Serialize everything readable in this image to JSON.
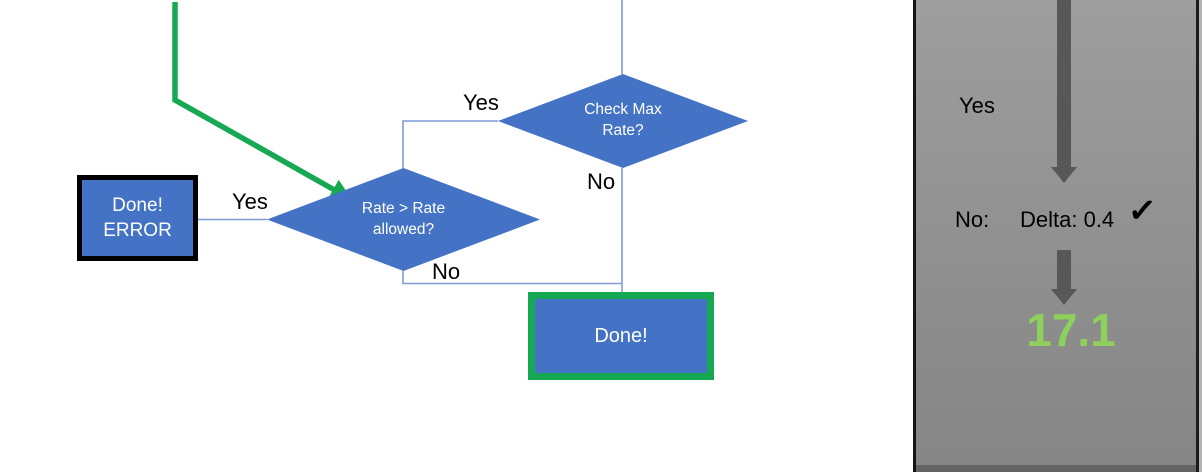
{
  "flowchart": {
    "nodes": {
      "check_max": {
        "label": "Check Max\nRate?"
      },
      "rate_allowed": {
        "label": "Rate > Rate\nallowed?"
      },
      "done_error": {
        "label": "Done!\nERROR"
      },
      "done": {
        "label": "Done!"
      }
    },
    "edge_labels": {
      "check_max_yes": "Yes",
      "check_max_no": "No",
      "rate_allowed_yes": "Yes",
      "rate_allowed_no": "No"
    }
  },
  "side_panel": {
    "yes_label": "Yes",
    "no_label": "No:",
    "delta_value": "Delta: 0.4",
    "check_icon": "✓",
    "result_value": "17.1"
  },
  "colors": {
    "node_fill": "#4472C4",
    "node_text": "#FFFFFF",
    "green_accent": "#17A853",
    "connector_blue": "#7C9CD6",
    "panel_arrow_gray": "#575757",
    "result_green": "#8ED05C",
    "error_box_border": "#000000"
  }
}
